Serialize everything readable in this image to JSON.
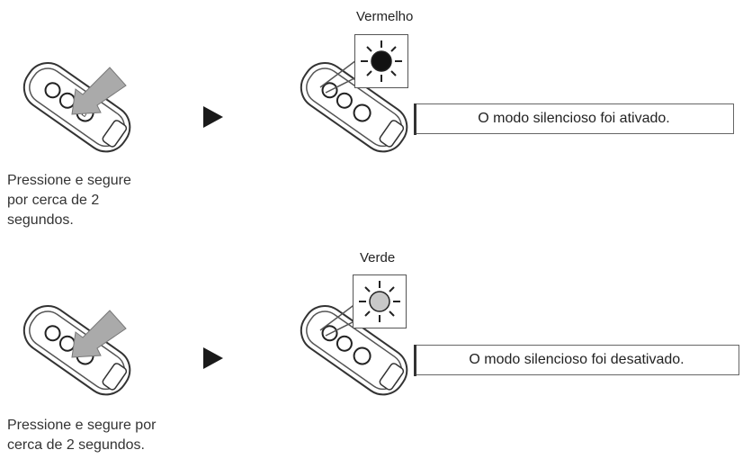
{
  "step1": {
    "instruction": "Pressione e segure por cerca de 2 segundos.",
    "instruction_lines": [
      "Pressione e segure",
      "por cerca de 2",
      "segundos."
    ],
    "lamp_label": "Vermelho",
    "lamp_color": "#111111",
    "message": "O modo silencioso foi ativado."
  },
  "step2": {
    "instruction": "Pressione e segure por cerca de 2 segundos.",
    "instruction_lines": [
      "Pressione e segure por",
      "cerca de 2 segundos."
    ],
    "lamp_label": "Verde",
    "lamp_color": "#c8c8c8",
    "message": "O modo silencioso foi desativado."
  }
}
